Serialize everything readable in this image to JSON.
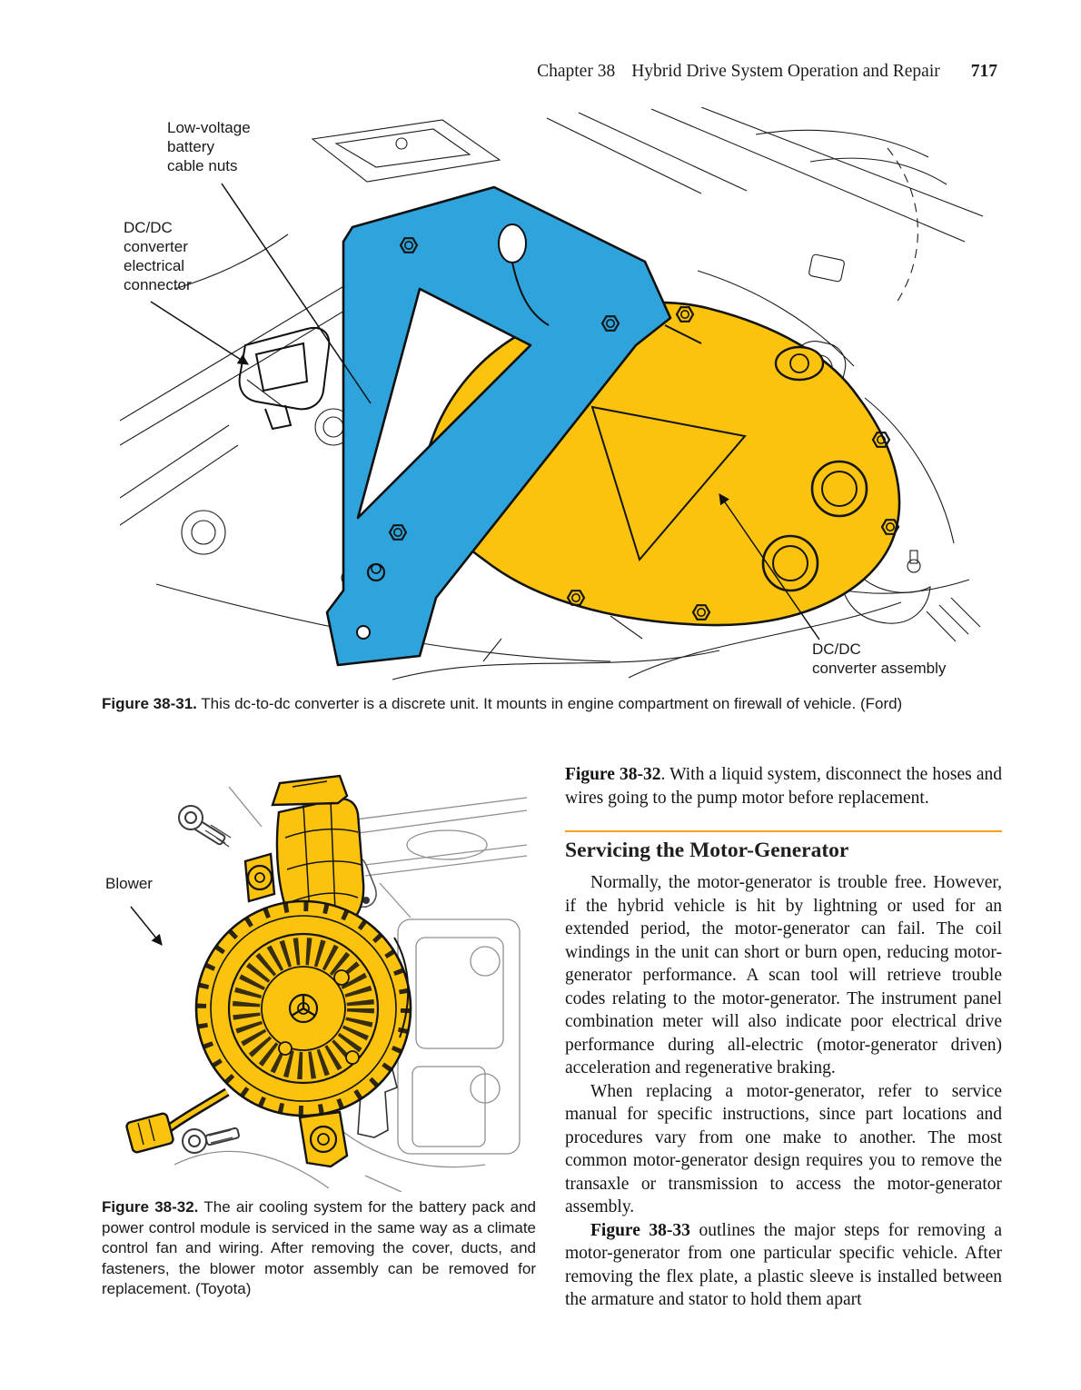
{
  "header": {
    "chapter": "Chapter 38",
    "title": "Hybrid Drive System Operation and Repair",
    "page_number": "717"
  },
  "figures": {
    "fig1": {
      "caption_lead": "Figure 38-31.",
      "caption_text": " This dc-to-dc converter is a discrete unit. It mounts in engine compartment on firewall of vehicle. (Ford)",
      "labels": {
        "low_voltage": "Low-voltage\nbattery\ncable nuts",
        "dcdc_connector": "DC/DC\nconverter\nelectrical\nconnector",
        "dcdc_assembly": "DC/DC\nconverter assembly"
      }
    },
    "fig2": {
      "caption_lead": "Figure 38-32.",
      "caption_text": " The air cooling system for the battery pack and power control module is serviced in the same way as a climate control fan and wiring. After removing the cover, ducts, and fasteners, the blower motor assembly can be removed for replacement. (Toyota)",
      "labels": {
        "blower": "Blower"
      }
    }
  },
  "article": {
    "figref_lead": "Figure 38-32",
    "figref_text": ". With a liquid system, disconnect the hoses and wires going to the pump motor before replacement.",
    "section_heading": "Servicing the Motor-Generator",
    "paragraph1": "Normally, the motor-generator is trouble free. However, if the hybrid vehicle is hit by lightning or used for an extended period, the motor-generator can fail. The coil windings in the unit can short or burn open, reducing motor-generator performance. A scan tool will retrieve trouble codes relating to the motor-generator. The instrument panel combination meter will also indicate poor electrical drive performance during all-electric (motor-generator driven) acceleration and regenerative braking.",
    "paragraph2": "When replacing a motor-generator, refer to service manual for specific instructions, since part locations and procedures vary from one make to another. The most common motor-generator design requires you to remove the transaxle or transmission to access the motor-generator assembly.",
    "paragraph3_lead": "Figure 38-33",
    "paragraph3_text": " outlines the major steps for removing a motor-generator from one particular specific vehicle. After removing the flex plate, a plastic sleeve is installed between the armature and stator to hold them apart"
  },
  "colors": {
    "highlight_yellow": "#FBC30D",
    "highlight_blue": "#2EA3DC",
    "rule_orange": "#F8A01E"
  }
}
